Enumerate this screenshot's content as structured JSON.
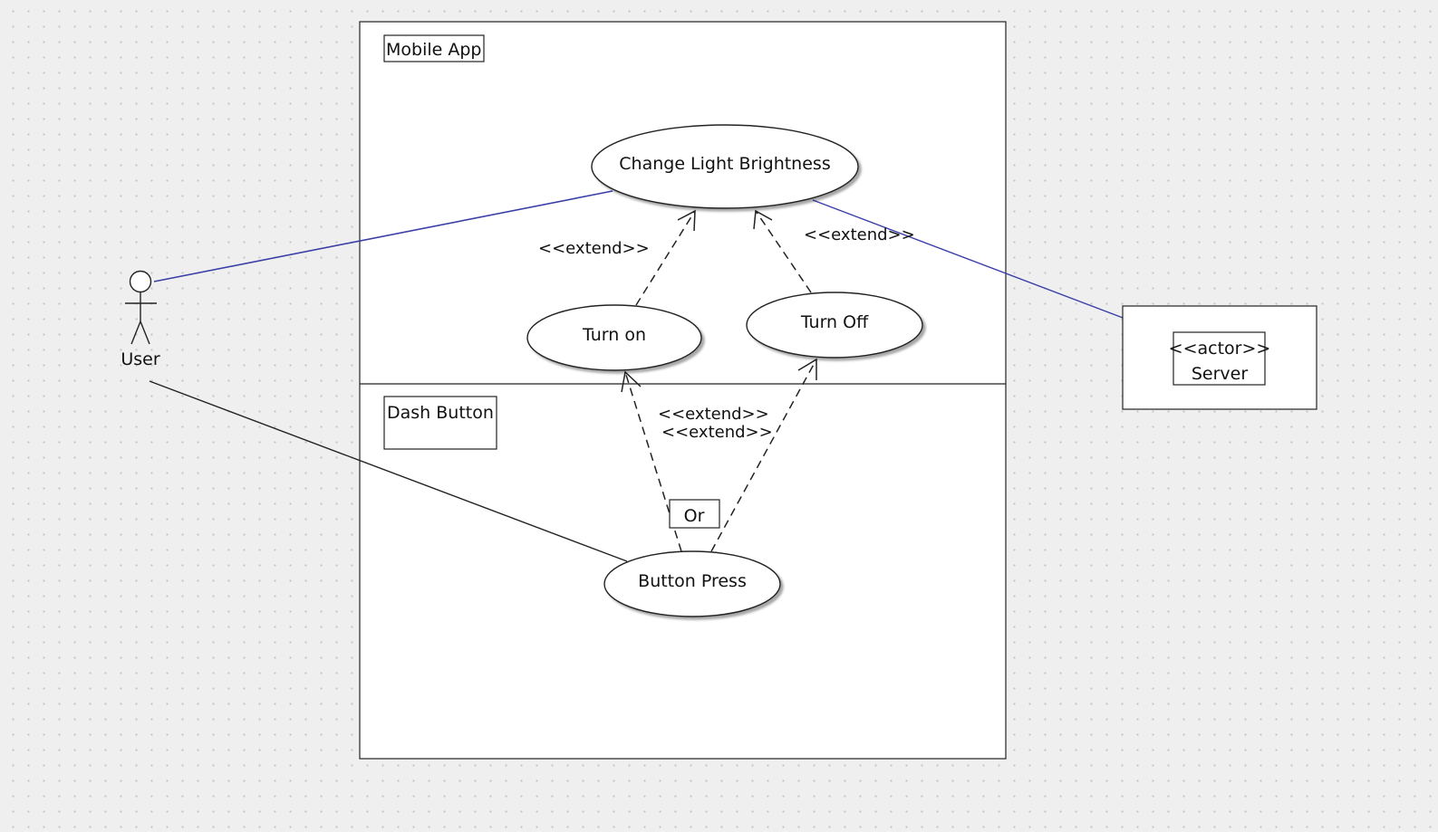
{
  "diagram": {
    "type": "use-case",
    "actors": [
      {
        "id": "user",
        "label": "User"
      },
      {
        "id": "server",
        "stereotype": "<<actor>>",
        "label": "Server"
      }
    ],
    "frames": [
      {
        "id": "mobile-app",
        "label": "Mobile App"
      },
      {
        "id": "dash-button",
        "label": "Dash Button"
      }
    ],
    "use_cases": [
      {
        "id": "change-brightness",
        "label": "Change Light Brightness"
      },
      {
        "id": "turn-on",
        "label": "Turn on"
      },
      {
        "id": "turn-off",
        "label": "Turn Off"
      },
      {
        "id": "button-press",
        "label": "Button Press"
      }
    ],
    "relations": [
      {
        "from": "user",
        "to": "change-brightness",
        "kind": "association"
      },
      {
        "from": "change-brightness",
        "to": "server",
        "kind": "association"
      },
      {
        "from": "user",
        "to": "button-press",
        "kind": "association"
      },
      {
        "from": "turn-on",
        "to": "change-brightness",
        "kind": "extend",
        "label": "<<extend>>"
      },
      {
        "from": "turn-off",
        "to": "change-brightness",
        "kind": "extend",
        "label": "<<extend>>"
      },
      {
        "from": "button-press",
        "to": "turn-on",
        "kind": "extend",
        "label": "<<extend>>"
      },
      {
        "from": "button-press",
        "to": "turn-off",
        "kind": "extend",
        "label": "<<extend>>"
      }
    ],
    "note": {
      "label": "Or"
    },
    "colors": {
      "association_primary": "#3a3fa8",
      "line": "#111111",
      "shape_fill": "#ffffff"
    }
  }
}
